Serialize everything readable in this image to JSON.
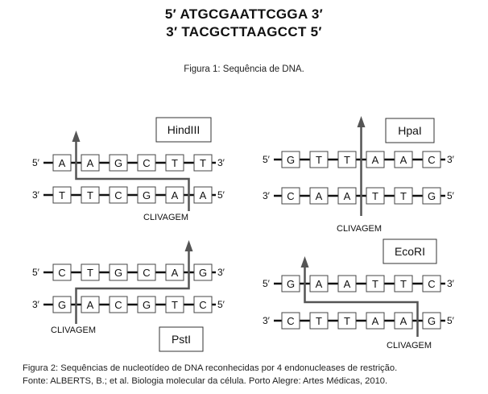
{
  "sequence": {
    "line1": "5′ ATGCGAATTCGGA 3′",
    "line2": "3′ TACGCTTAAGCCT 5′"
  },
  "figure1_caption": "Figura 1: Sequência de DNA.",
  "figure2_caption": {
    "line1": "Figura 2: Sequências de nucleotídeo de DNA reconhecidas por 4 endonucleases de restrição.",
    "line2": "Fonte: ALBERTS, B.; et al. Biologia molecular da célula. Porto Alegre: Artes Médicas, 2010."
  },
  "enzymes": [
    {
      "name": "HindIII",
      "top_strand": [
        "A",
        "A",
        "G",
        "C",
        "T",
        "T"
      ],
      "bottom_strand": [
        "T",
        "T",
        "C",
        "G",
        "A",
        "A"
      ],
      "top_prefix": "5′",
      "top_suffix": "3′",
      "bottom_prefix": "3′",
      "bottom_suffix": "5′",
      "cleavage_label": "CLIVAGEM"
    },
    {
      "name": "HpaI",
      "top_strand": [
        "G",
        "T",
        "T",
        "A",
        "A",
        "C"
      ],
      "bottom_strand": [
        "C",
        "A",
        "A",
        "T",
        "T",
        "G"
      ],
      "top_prefix": "5′",
      "top_suffix": "3′",
      "bottom_prefix": "3′",
      "bottom_suffix": "5′",
      "cleavage_label": "CLIVAGEM"
    },
    {
      "name": "PstI",
      "top_strand": [
        "C",
        "T",
        "G",
        "C",
        "A",
        "G"
      ],
      "bottom_strand": [
        "G",
        "A",
        "C",
        "G",
        "T",
        "C"
      ],
      "top_prefix": "5′",
      "top_suffix": "3′",
      "bottom_prefix": "3′",
      "bottom_suffix": "5′",
      "cleavage_label": "CLIVAGEM"
    },
    {
      "name": "EcoRI",
      "top_strand": [
        "G",
        "A",
        "A",
        "T",
        "T",
        "C"
      ],
      "bottom_strand": [
        "C",
        "T",
        "T",
        "A",
        "A",
        "G"
      ],
      "top_prefix": "5′",
      "top_suffix": "3′",
      "bottom_prefix": "3′",
      "bottom_suffix": "5′",
      "cleavage_label": "CLIVAGEM"
    }
  ],
  "colors": {
    "ink": "#111111",
    "arrow": "#555555",
    "box_border": "#444444"
  }
}
